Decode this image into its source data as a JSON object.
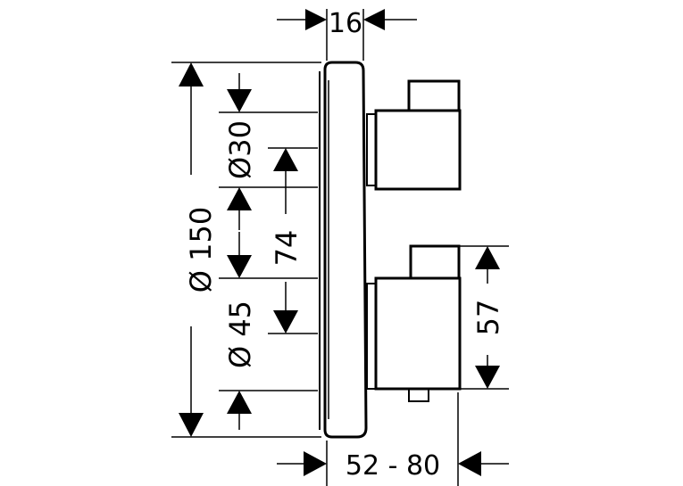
{
  "diagram": {
    "type": "technical dimension drawing",
    "line_color": "#000000",
    "background": "#ffffff",
    "dimensions": {
      "depth_plate": "16",
      "diameter_plate": "Ø 150",
      "diameter_upper_handle": "Ø30",
      "diameter_lower_handle": "Ø 45",
      "handle_spacing": "74",
      "lower_handle_height": "57",
      "projection": "52 - 80"
    }
  }
}
